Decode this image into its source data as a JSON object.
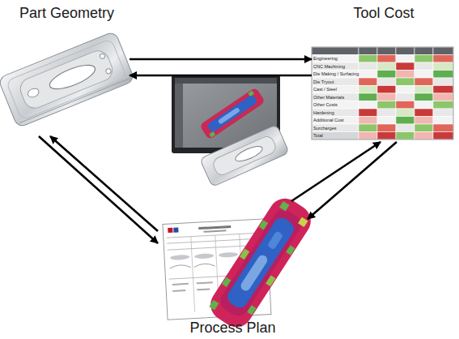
{
  "diagram": {
    "nodes": [
      {
        "text": [
          "Part Geometry"
        ]
      },
      {
        "text": [
          "Tool Cost"
        ]
      },
      {
        "text": [
          "Process Plan"
        ]
      }
    ],
    "edges": [
      {
        "from": 0,
        "to": 1,
        "arrow": "to"
      },
      {
        "from": 1,
        "to": 0,
        "arrow": "to"
      },
      {
        "from": 2,
        "to": 0,
        "arrow": "to"
      },
      {
        "from": 0,
        "to": 2,
        "arrow": "to"
      },
      {
        "from": 2,
        "to": 1,
        "arrow": "to"
      },
      {
        "from": 1,
        "to": 2,
        "arrow": "to"
      }
    ],
    "labels": [
      "Engineering",
      "CNC Machining",
      "Die Making / Surfacing",
      "Die Tryout",
      "Cast / Steel",
      "Other Materials",
      "Other Costs",
      "Hardening",
      "Additional Cost",
      "Surcharges",
      "Total"
    ]
  }
}
